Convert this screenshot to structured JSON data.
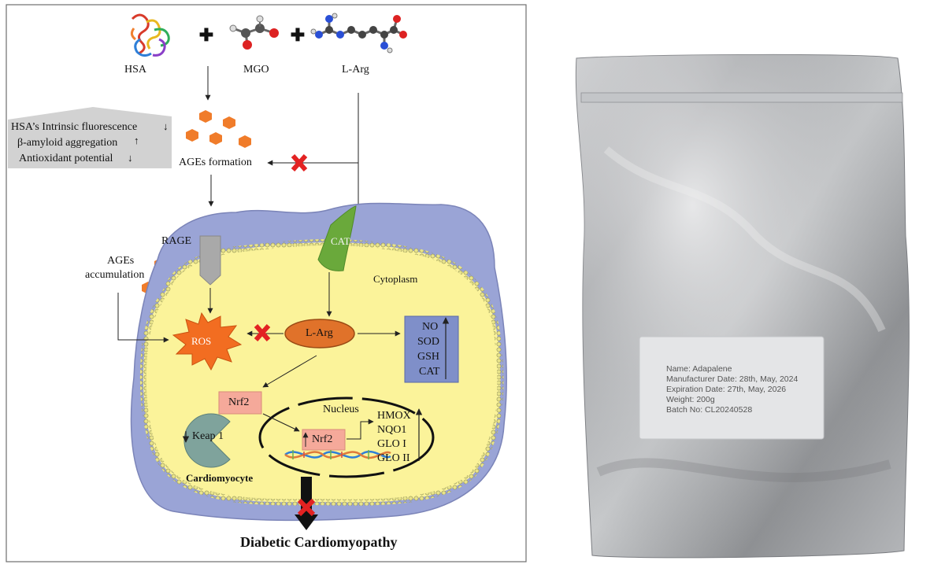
{
  "molecules": {
    "hsa": "HSA",
    "mgo": "MGO",
    "larg_top": "L-Arg",
    "plus": "✚"
  },
  "effects_box": {
    "line1": "HSA’s Intrinsic fluorescence",
    "line2": "β-amyloid aggregation",
    "line3": "Antioxidant potential"
  },
  "ages_formation": "AGEs formation",
  "rage": "RAGE",
  "cat_receptor": "CAT",
  "ages_accumulation": {
    "line1": "AGEs",
    "line2": "accumulation"
  },
  "cytoplasm": "Cytoplasm",
  "ros": "ROS",
  "larg_center": "L-Arg",
  "markers_box": [
    "NO",
    "SOD",
    "GSH",
    "CAT"
  ],
  "nrf2_cytoplasm": "Nrf2",
  "keap1": "Keap 1",
  "nucleus": "Nucleus",
  "nrf2_nucleus": "Nrf2",
  "genes": [
    "HMOX",
    "NQO1",
    "GLO I",
    "GLO II"
  ],
  "cardiomyocyte": "Cardiomyocyte",
  "outcome": "Diabetic Cardiomyopathy",
  "product_label": {
    "name": "Name: Adapalene",
    "manufacture": "Manufacturer Date: 28th, May, 2024",
    "expiration": "Expiration Date: 27th, May, 2026",
    "weight": "Weight: 200g",
    "batch": "Batch No: CL20240528"
  },
  "colors": {
    "membrane_blue": "#9aa4d6",
    "cytoplasm_yellow": "#fbf39a",
    "hexagon_orange": "#f07c2a",
    "ros_orange": "#f26d21",
    "markers_blue": "#7f8fc9",
    "nrf2_pink": "#f5a99a",
    "keap_teal": "#7fa39c",
    "cat_green": "#6aa93b",
    "rage_gray": "#a9a9a9",
    "block_red": "#e32222"
  }
}
